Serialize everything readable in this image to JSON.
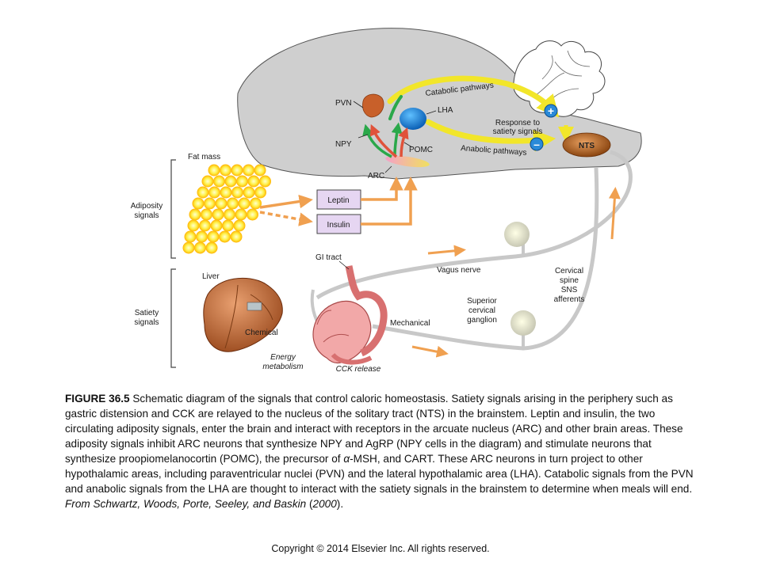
{
  "diagram": {
    "labels": {
      "pvn": "PVN",
      "lha": "LHA",
      "npy": "NPY",
      "pomc": "POMC",
      "arc": "ARC",
      "nts": "NTS",
      "catabolic": "Catabolic pathways",
      "anabolic": "Anabolic pathways",
      "response_line1": "Response to",
      "response_line2": "satiety signals",
      "plus": "+",
      "minus": "–",
      "fat_mass": "Fat mass",
      "adiposity_line1": "Adiposity",
      "adiposity_line2": "signals",
      "leptin": "Leptin",
      "insulin": "Insulin",
      "gi_tract": "GI tract",
      "liver": "Liver",
      "satiety_line1": "Satiety",
      "satiety_line2": "signals",
      "chemical": "Chemical",
      "mechanical": "Mechanical",
      "vagus": "Vagus nerve",
      "sup_line1": "Superior",
      "sup_line2": "cervical",
      "sup_line3": "ganglion",
      "cerv_line1": "Cervical",
      "cerv_line2": "spine",
      "cerv_line3": "SNS",
      "cerv_line4": "afferents",
      "energy_line1": "Energy",
      "energy_line2": "metabolism",
      "cck": "CCK release"
    }
  },
  "caption": {
    "figure_number": "FIGURE 36.5",
    "text": " Schematic diagram of the signals that control caloric homeostasis. Satiety signals arising in the periphery such as gastric distension and CCK are relayed to the nucleus of the solitary tract (NTS) in the brainstem. Leptin and insulin, the two circulating adiposity signals, enter the brain and interact with receptors in the arcuate nucleus (ARC) and other brain areas. These adiposity signals inhibit ARC neurons that synthesize NPY and AgRP (NPY cells in the diagram) and stimulate neurons that synthesize proopiomelanocortin (POMC), the precursor of ",
    "alpha": "α",
    "text2": "-MSH, and CART. These ARC neurons in turn project to other hypothalamic areas, including paraventricular nuclei (PVN) and the lateral hypothalamic area (LHA). Catabolic signals from the PVN and anabolic signals from the LHA are thought to interact with the satiety signals in the brainstem to determine when meals will end. ",
    "source": "From Schwartz, Woods, Porte, Seeley, and Baskin",
    "year_open": " (",
    "year": "2000",
    "year_close": ")."
  },
  "copyright": "Copyright © 2014 Elsevier Inc. All rights reserved."
}
